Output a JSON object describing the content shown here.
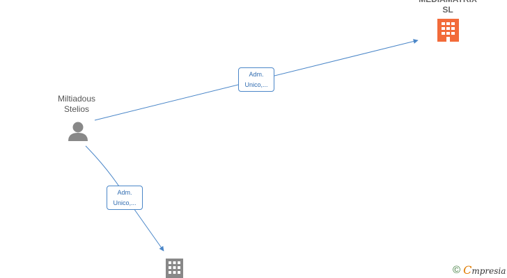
{
  "nodes": {
    "company_top": {
      "name": "MEDIAMATRIX\nSL",
      "kind": "company",
      "color": "#f26b3a"
    },
    "person": {
      "name": "Miltiadous\nStelios",
      "kind": "person",
      "color": "#888888"
    },
    "company_bottom": {
      "name": "",
      "kind": "company",
      "color": "#888888"
    }
  },
  "edges": [
    {
      "from": "person",
      "to": "company_top",
      "label_line1": "Adm.",
      "label_line2": "Unico,..."
    },
    {
      "from": "person",
      "to": "company_bottom",
      "label_line1": "Adm.",
      "label_line2": "Unico,..."
    }
  ],
  "style": {
    "edge_color": "#4a86c8"
  },
  "brand": {
    "copyright_symbol": "©",
    "initial": "C",
    "rest": "mpresia"
  }
}
